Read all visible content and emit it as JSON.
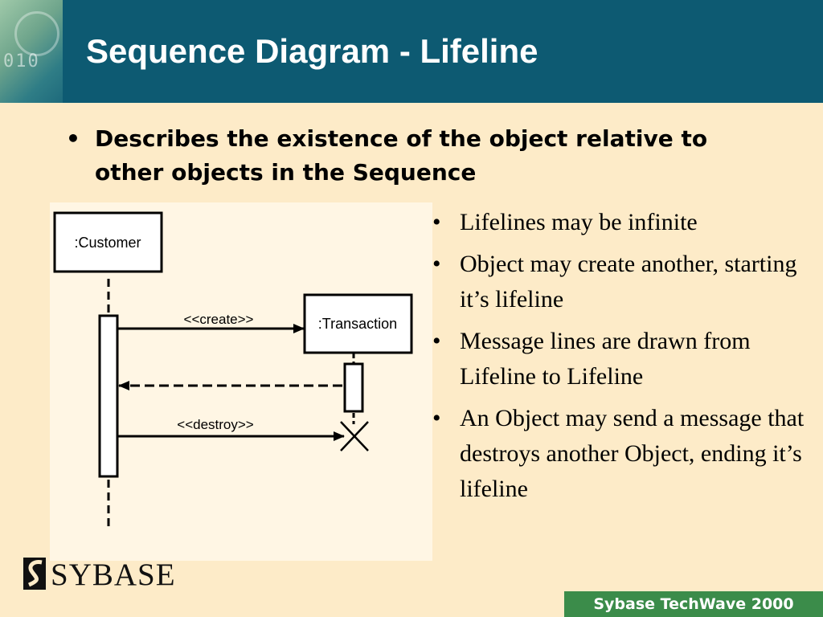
{
  "header": {
    "title": "Sequence Diagram - Lifeline",
    "art_digits": "010"
  },
  "main_bullet": {
    "bullet": "•",
    "text": "Describes the existence of the object relative to other objects in the Sequence"
  },
  "diagram": {
    "customer_label": ":Customer",
    "transaction_label": ":Transaction",
    "create_message": "<<create>>",
    "destroy_message": "<<destroy>>"
  },
  "side_bullets": [
    {
      "bullet": "•",
      "text": "Lifelines may be infinite"
    },
    {
      "bullet": "•",
      "text": "Object may create another, starting it’s lifeline"
    },
    {
      "bullet": "•",
      "text": "Message lines are drawn from Lifeline to Lifeline"
    },
    {
      "bullet": "•",
      "text": "An Object may send a message that destroys another Object, ending it’s lifeline"
    }
  ],
  "logo": {
    "text": "SYBASE"
  },
  "footer": {
    "text": "Sybase TechWave 2000"
  },
  "colors": {
    "header_bg": "#0d5a72",
    "slide_bg": "#fdebc8",
    "footer_bg": "#3b8c4a"
  }
}
